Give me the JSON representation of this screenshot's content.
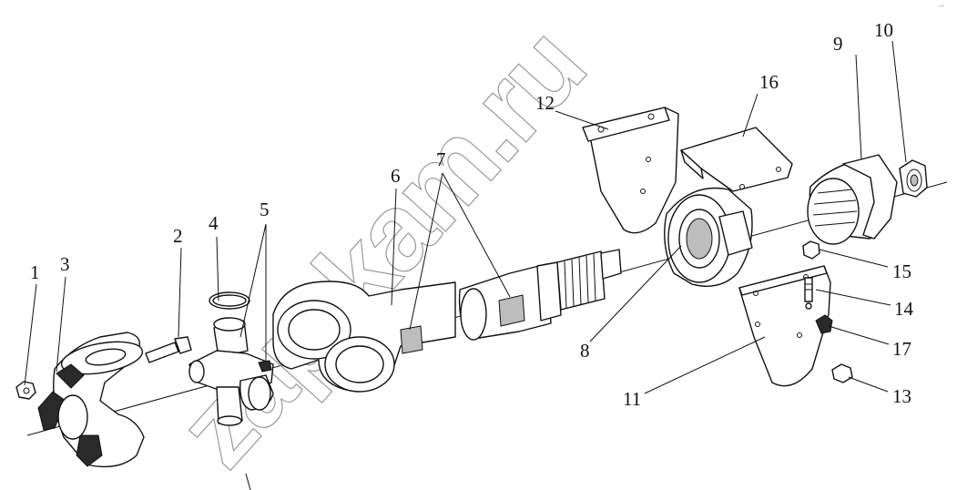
{
  "watermark": "zap-kam.ru",
  "corner_mark": "·–",
  "callouts": [
    "1",
    "2",
    "3",
    "4",
    "5",
    "6",
    "7",
    "8",
    "9",
    "10",
    "11",
    "12",
    "13",
    "14",
    "15",
    "16",
    "17"
  ],
  "colors": {
    "line": "#111111",
    "watermark": "#9a9a9a",
    "background": "#ffffff"
  }
}
